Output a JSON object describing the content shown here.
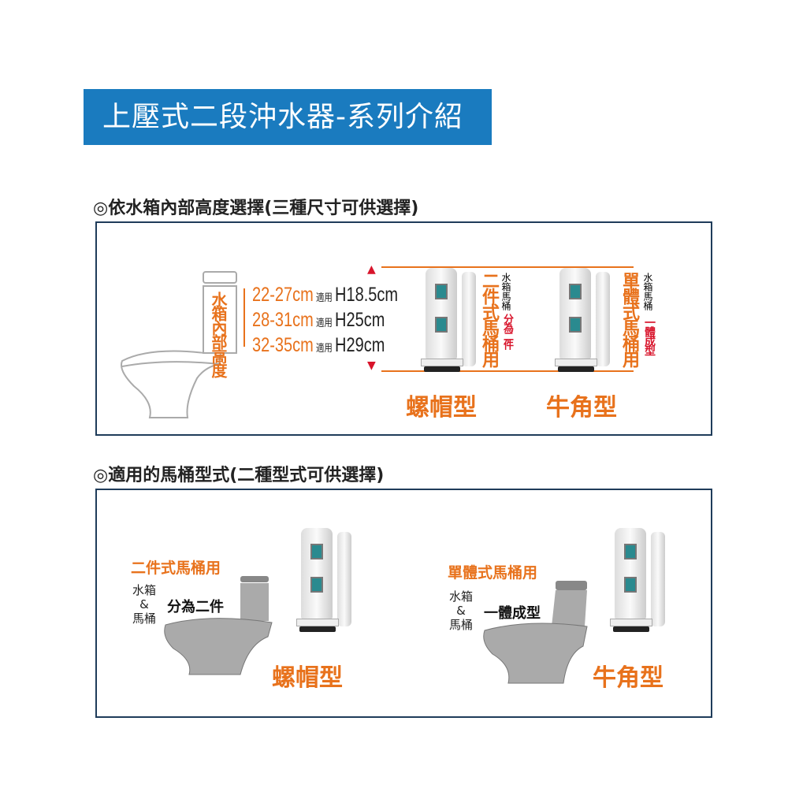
{
  "banner": {
    "title": "上壓式二段沖水器-系列介紹",
    "color": "#1a7bbf"
  },
  "section1": {
    "heading": "◎依水箱內部高度選擇(三種尺寸可供選擇)",
    "tank_label": "水箱內部高度",
    "ranges": [
      {
        "range": "22-27cm",
        "apply": "適用",
        "height": "H18.5cm"
      },
      {
        "range": "28-31cm",
        "apply": "適用",
        "height": "H25cm"
      },
      {
        "range": "32-35cm",
        "apply": "適用",
        "height": "H29cm"
      }
    ],
    "products": [
      {
        "name": "螺帽型",
        "use": "二件式馬桶用",
        "note_black": "水箱馬桶",
        "note_red": "分為二件"
      },
      {
        "name": "牛角型",
        "use": "單體式馬桶用",
        "note_black": "水箱馬桶",
        "note_red": "一體成型"
      }
    ]
  },
  "section2": {
    "heading": "◎適用的馬桶型式(二種型式可供選擇)",
    "types": [
      {
        "title": "二件式馬桶用",
        "label_a": "水箱",
        "amp": "&",
        "label_b": "馬桶",
        "desc": "分為二件",
        "product": "螺帽型"
      },
      {
        "title": "單體式馬桶用",
        "label_a": "水箱",
        "amp": "&",
        "label_b": "馬桶",
        "desc": "一體成型",
        "product": "牛角型"
      }
    ]
  },
  "colors": {
    "orange": "#e8721c",
    "red": "#d8142b"
  }
}
